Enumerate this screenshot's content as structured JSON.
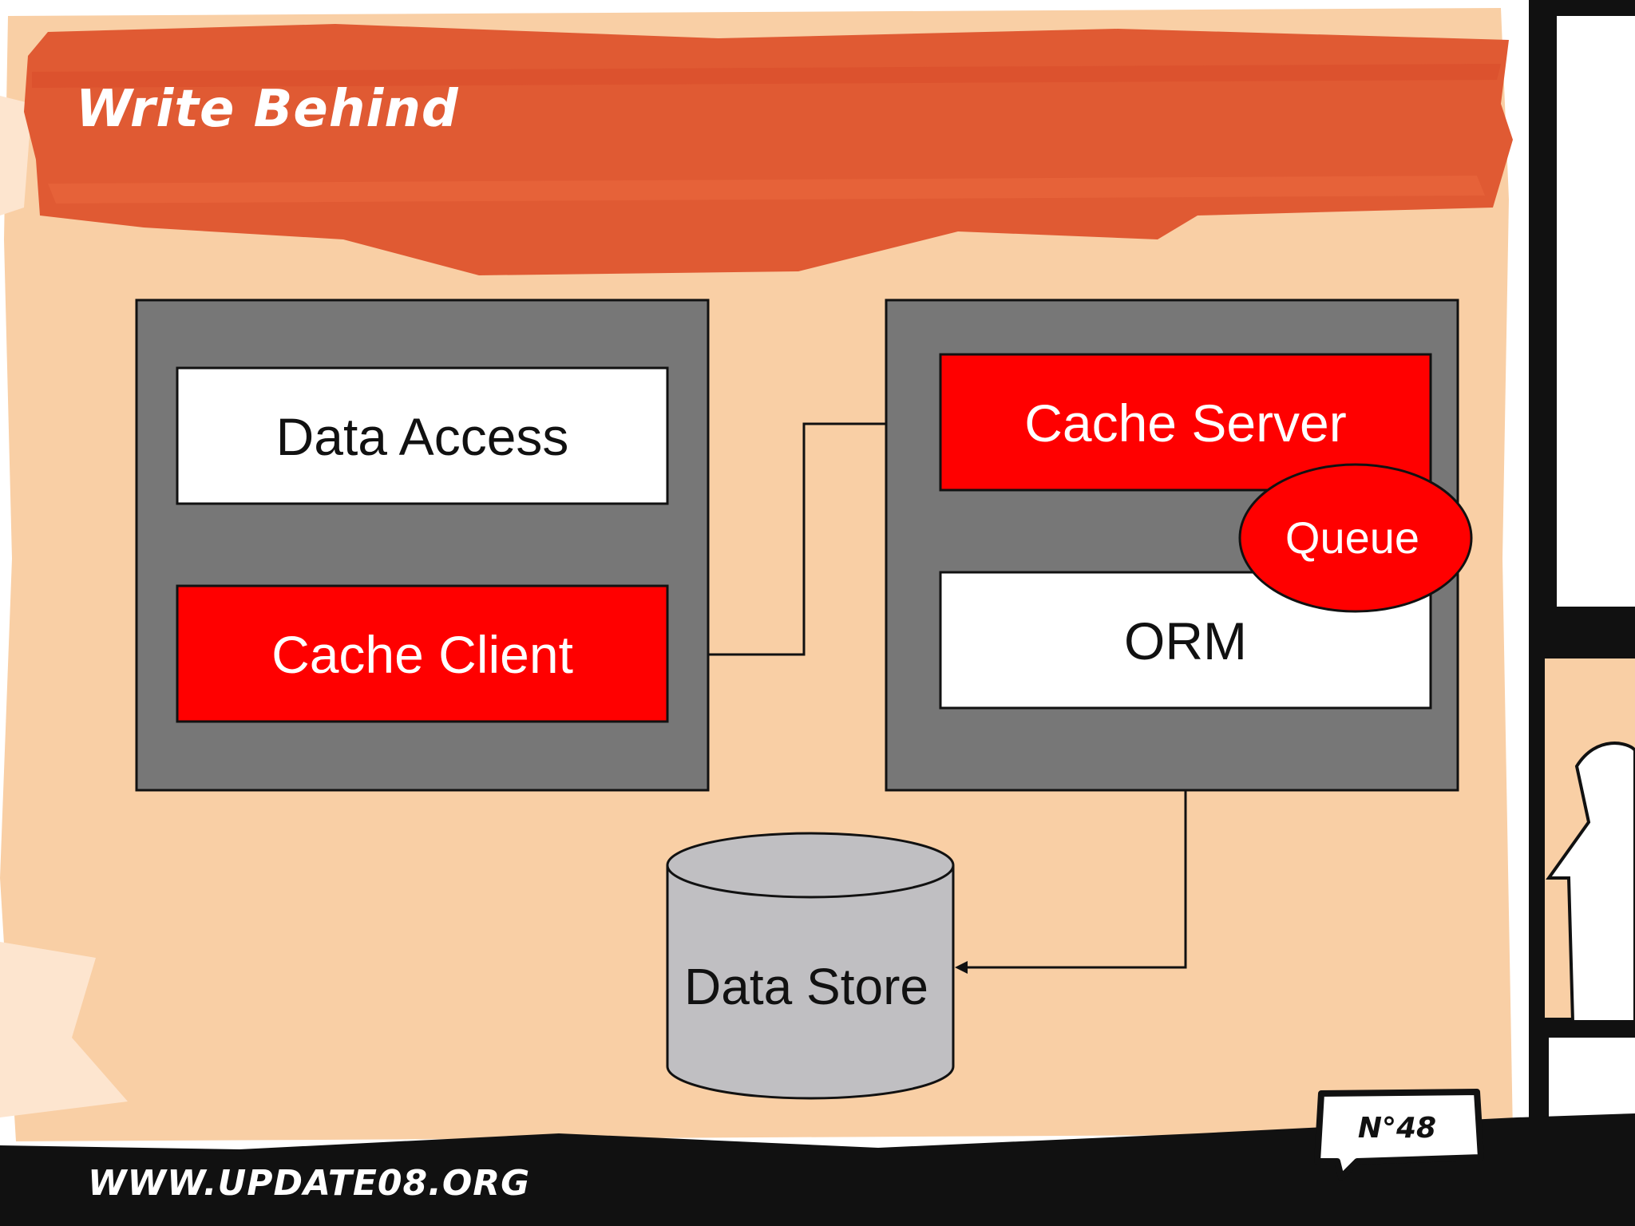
{
  "slide": {
    "title": "Write Behind",
    "footer_url": "WWW.UPDATE08.ORG",
    "page_number": "N°48"
  },
  "diagram": {
    "client_tier": {
      "data_access": "Data Access",
      "cache_client": "Cache Client"
    },
    "server_tier": {
      "cache_server": "Cache Server",
      "queue": "Queue",
      "orm": "ORM"
    },
    "data_store": "Data Store"
  },
  "colors": {
    "background": "#f9cfa5",
    "banner": "#e05a33",
    "container": "#777777",
    "red_box": "#ff0000",
    "white_box": "#ffffff",
    "store": "#c0bfc2",
    "footer": "#111111"
  }
}
